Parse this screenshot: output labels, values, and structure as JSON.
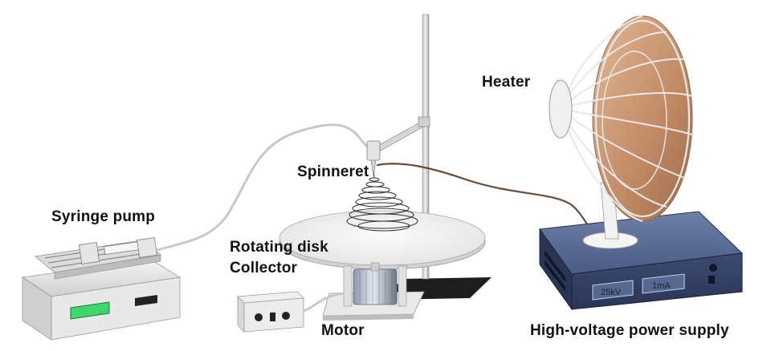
{
  "labels": {
    "heater": "Heater",
    "spinneret": "Spinneret",
    "syringe_pump": "Syringe pump",
    "rotating_disk": "Rotating disk",
    "collector": "Collector",
    "motor": "Motor",
    "power_supply": "High-voltage power supply"
  },
  "power_supply_panel": {
    "voltage_display": "25kV",
    "current_display": "1mA"
  },
  "colors": {
    "wire": "#6b4a3a",
    "tube": "#c8c8c8",
    "power_supply_body": "#3a4a6e",
    "heater_dish": "#c99a78",
    "pump_display": "#3fd66a"
  }
}
